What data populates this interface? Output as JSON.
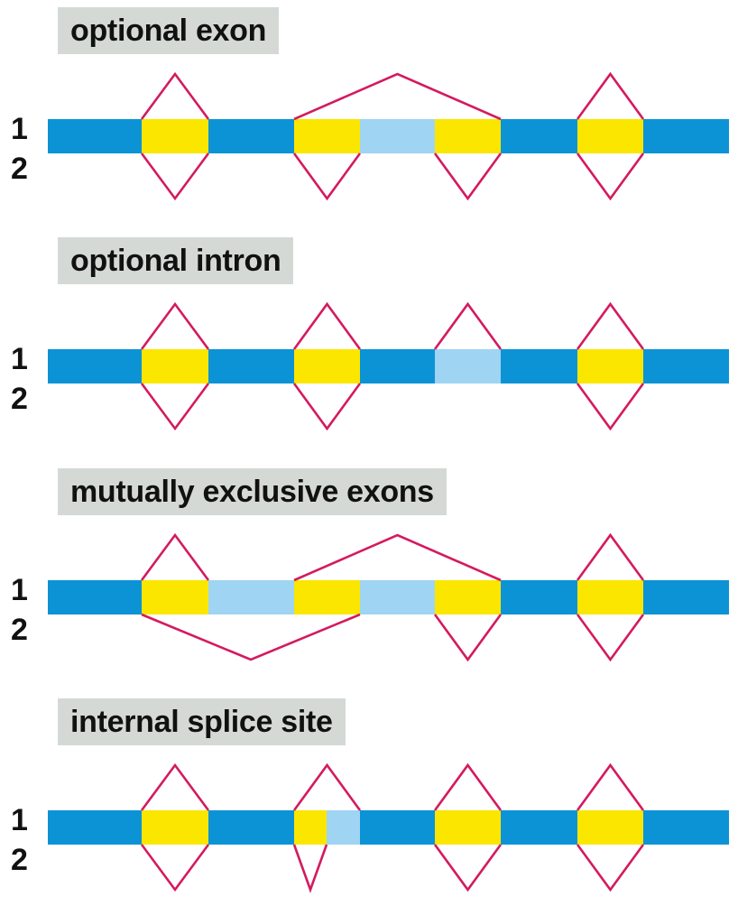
{
  "colors": {
    "intron": "#0b93d6",
    "exon": "#fbe600",
    "alt_region": "#9fd4f3",
    "splice_line": "#d41a5f",
    "title_bg": "#d4d9d6"
  },
  "panels": [
    {
      "title": "optional exon",
      "label_1": "1",
      "label_2": "2",
      "segments": [
        "intron",
        "exon",
        "intron",
        "exon",
        "alt_region",
        "exon",
        "intron",
        "exon",
        "intron"
      ],
      "splices_1": [
        [
          1,
          1
        ],
        [
          3,
          5
        ],
        [
          7,
          7
        ]
      ],
      "splices_2": [
        [
          1,
          1
        ],
        [
          3,
          3
        ],
        [
          5,
          5
        ],
        [
          7,
          7
        ]
      ]
    },
    {
      "title": "optional intron",
      "label_1": "1",
      "label_2": "2",
      "segments": [
        "intron",
        "exon",
        "intron",
        "exon",
        "intron",
        "alt_region",
        "intron",
        "exon",
        "intron"
      ],
      "splices_1": [
        [
          1,
          1
        ],
        [
          3,
          3
        ],
        [
          5,
          5
        ],
        [
          7,
          7
        ]
      ],
      "splices_2": [
        [
          1,
          1
        ],
        [
          3,
          3
        ],
        [
          7,
          7
        ]
      ]
    },
    {
      "title": "mutually exclusive exons",
      "label_1": "1",
      "label_2": "2",
      "segments": [
        "intron",
        "exon",
        "alt_region",
        "exon",
        "alt_region",
        "exon",
        "intron",
        "exon",
        "intron"
      ],
      "splices_1": [
        [
          1,
          1
        ],
        [
          3,
          5
        ],
        [
          7,
          7
        ]
      ],
      "splices_2": [
        [
          1,
          3
        ],
        [
          5,
          5
        ],
        [
          7,
          7
        ]
      ]
    },
    {
      "title": "internal splice site",
      "label_1": "1",
      "label_2": "2",
      "segments": [
        "intron",
        "exon",
        "intron",
        "exon",
        "alt_region",
        "intron",
        "exon",
        "intron",
        "exon",
        "intron"
      ],
      "splices_1": [
        [
          1,
          1
        ],
        [
          3,
          4
        ],
        [
          6,
          6
        ],
        [
          8,
          8
        ]
      ],
      "splices_2": [
        [
          1,
          1
        ],
        [
          3,
          3
        ],
        [
          6,
          6
        ],
        [
          8,
          8
        ]
      ]
    }
  ]
}
